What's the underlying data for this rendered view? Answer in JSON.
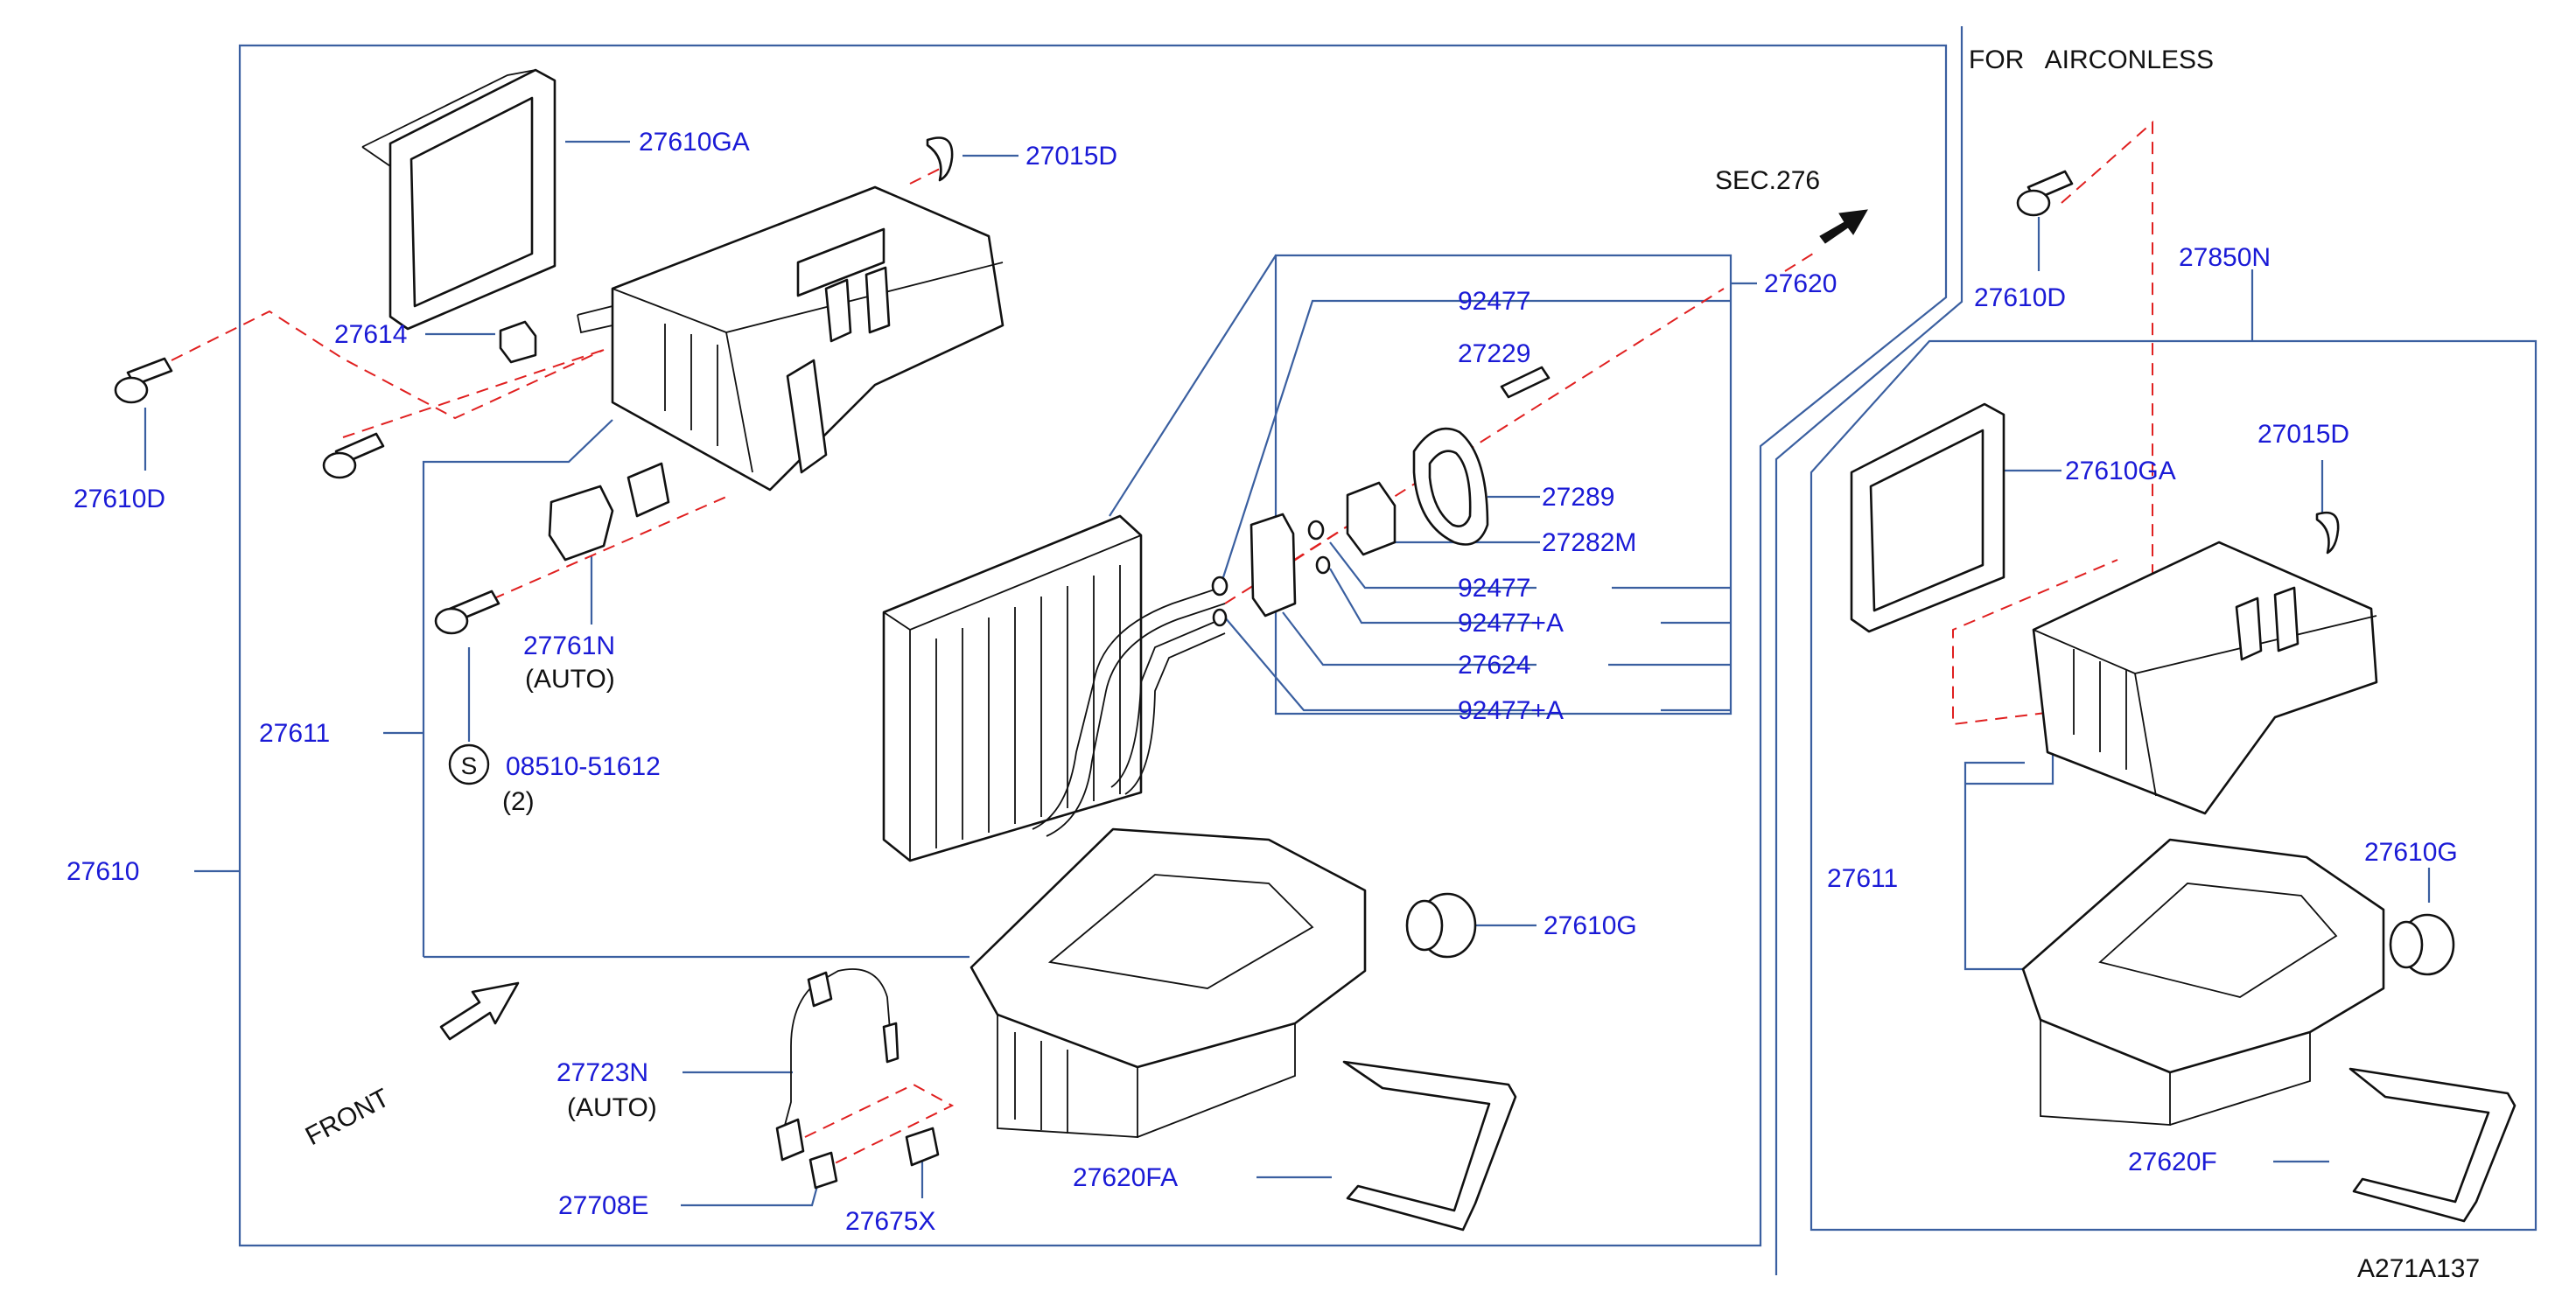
{
  "diagram": {
    "header_note": "FOR   AIRCONLESS",
    "drawing_code": "A271A137",
    "front_label": "FRONT",
    "sec_label": "SEC.276",
    "screw_symbol": "S",
    "main_assembly": {
      "p27610": "27610",
      "p27610GA": "27610GA",
      "p27015D": "27015D",
      "p27614": "27614",
      "p27610D": "27610D",
      "p27761N": "27761N",
      "auto_1": "(AUTO)",
      "p27611": "27611",
      "screw_part": "08510-51612",
      "screw_qty": "(2)",
      "p27620": "27620",
      "p92477_a": "92477",
      "p27229": "27229",
      "p27289": "27289",
      "p27282M": "27282M",
      "p92477_b": "92477",
      "p92477A_a": "92477+A",
      "p27624": "27624",
      "p92477A_b": "92477+A",
      "p27610G": "27610G",
      "p27723N": "27723N",
      "auto_2": "(AUTO)",
      "p27708E": "27708E",
      "p27675X": "27675X",
      "p27620FA": "27620FA"
    },
    "airconless": {
      "p27610D": "27610D",
      "p27850N": "27850N",
      "p27610GA": "27610GA",
      "p27015D": "27015D",
      "p27611": "27611",
      "p27610G": "27610G",
      "p27620F": "27620F"
    },
    "colors": {
      "label": "#1a1ad6",
      "frame": "#3a5fa0",
      "dash": "#e02020",
      "ink": "#111111"
    }
  }
}
